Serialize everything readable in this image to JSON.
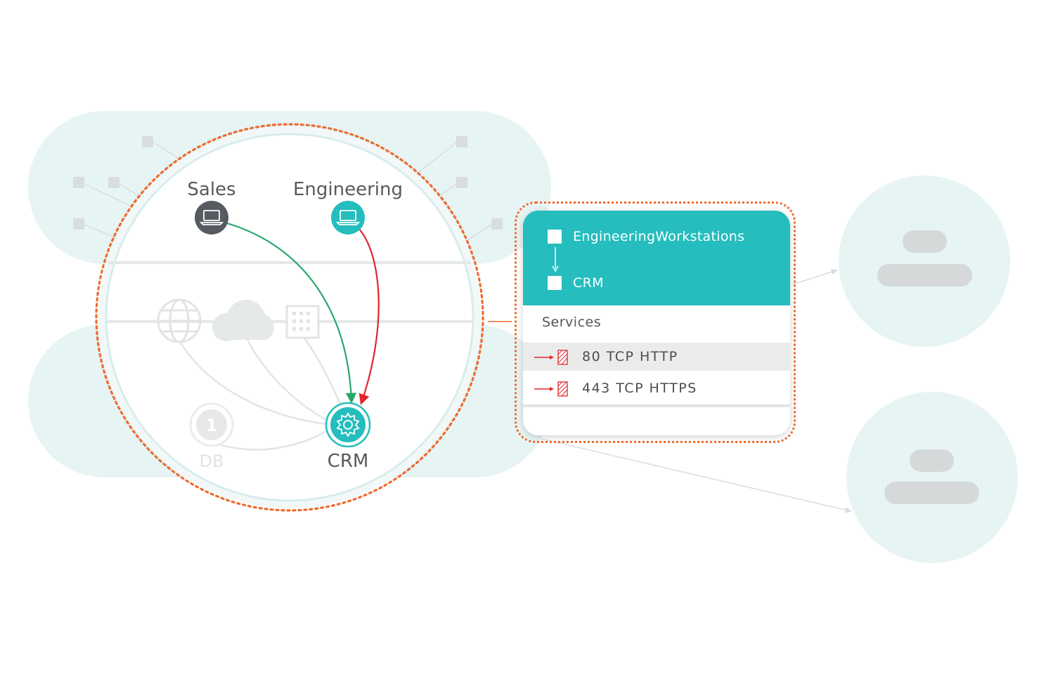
{
  "diagram": {
    "nodes": {
      "sales": {
        "label": "Sales",
        "icon": "laptop-icon",
        "color": "#555b60"
      },
      "engineering": {
        "label": "Engineering",
        "icon": "laptop-icon",
        "color": "#25bdbd"
      },
      "crm": {
        "label": "CRM",
        "icon": "gear-icon",
        "color": "#25bdbd"
      },
      "db": {
        "label": "DB",
        "badge": "1",
        "icon": "db-icon"
      }
    },
    "faded_icons": [
      "globe-icon",
      "cloud-icon",
      "building-icon"
    ],
    "flows": [
      {
        "from": "Sales",
        "to": "CRM",
        "color": "#27a86b"
      },
      {
        "from": "Engineering",
        "to": "CRM",
        "color": "#e0262e"
      }
    ],
    "colors": {
      "zone_fill": "#e7f4f4",
      "highlight_ring": "#ef6b2e",
      "teal": "#25bdbd"
    }
  },
  "policy_card": {
    "source": "EngineeringWorkstations",
    "destination": "CRM",
    "services_title": "Services",
    "services": [
      {
        "label": "80 TCP HTTP",
        "status": "blocked"
      },
      {
        "label": "443 TCP HTTPS",
        "status": "blocked"
      }
    ]
  }
}
